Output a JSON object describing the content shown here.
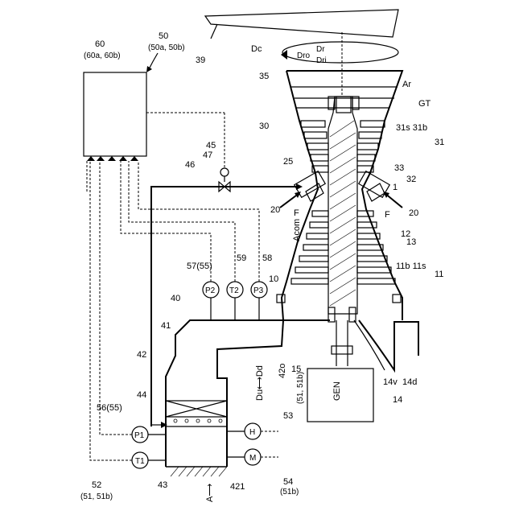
{
  "labels": {
    "controller": "60",
    "controller_sub": "(60a, 60b)",
    "ctrl_ref": "50",
    "ctrl_ref_sub": "(50a, 50b)",
    "blade": "39",
    "dc": "Dc",
    "dro": "Dro",
    "dr": "Dr",
    "dri": "Dri",
    "casing_35": "35",
    "ar": "Ar",
    "gt": "GT",
    "turbine_30": "30",
    "r31s_31b": "31s 31b",
    "r31": "31",
    "r33": "33",
    "r32": "32",
    "r25": "25",
    "r1": "1",
    "r20_left": "20",
    "r20_right": "20",
    "f_left": "F",
    "f_right": "F",
    "acom": "Acom",
    "r45": "45",
    "r46": "46",
    "r47": "47",
    "r57": "57(55)",
    "r59": "59",
    "r58": "58",
    "p2": "P2",
    "t2": "T2",
    "p3": "P3",
    "r12": "12",
    "r13": "13",
    "r11b_11s": "11b 11s",
    "r11": "11",
    "r10": "10",
    "r40": "40",
    "r41": "41",
    "r42": "42",
    "r42o": "42o",
    "r15": "15",
    "r14v": "14v",
    "r14d": "14d",
    "r14": "14",
    "gen": "GEN",
    "r44": "44",
    "du_dd": "Du⟷Dd",
    "r56": "56(55)",
    "p1": "P1",
    "t1": "T1",
    "h": "H",
    "m": "M",
    "r53": "53",
    "r53_sub": "(51, 51b)",
    "r54": "54",
    "r54_sub": "(51b)",
    "r52": "52",
    "r52_sub": "(51, 51b)",
    "r43": "43",
    "r421": "421",
    "a_arrow": "A⟶"
  },
  "colors": {
    "line": "#000000",
    "background": "#ffffff"
  }
}
